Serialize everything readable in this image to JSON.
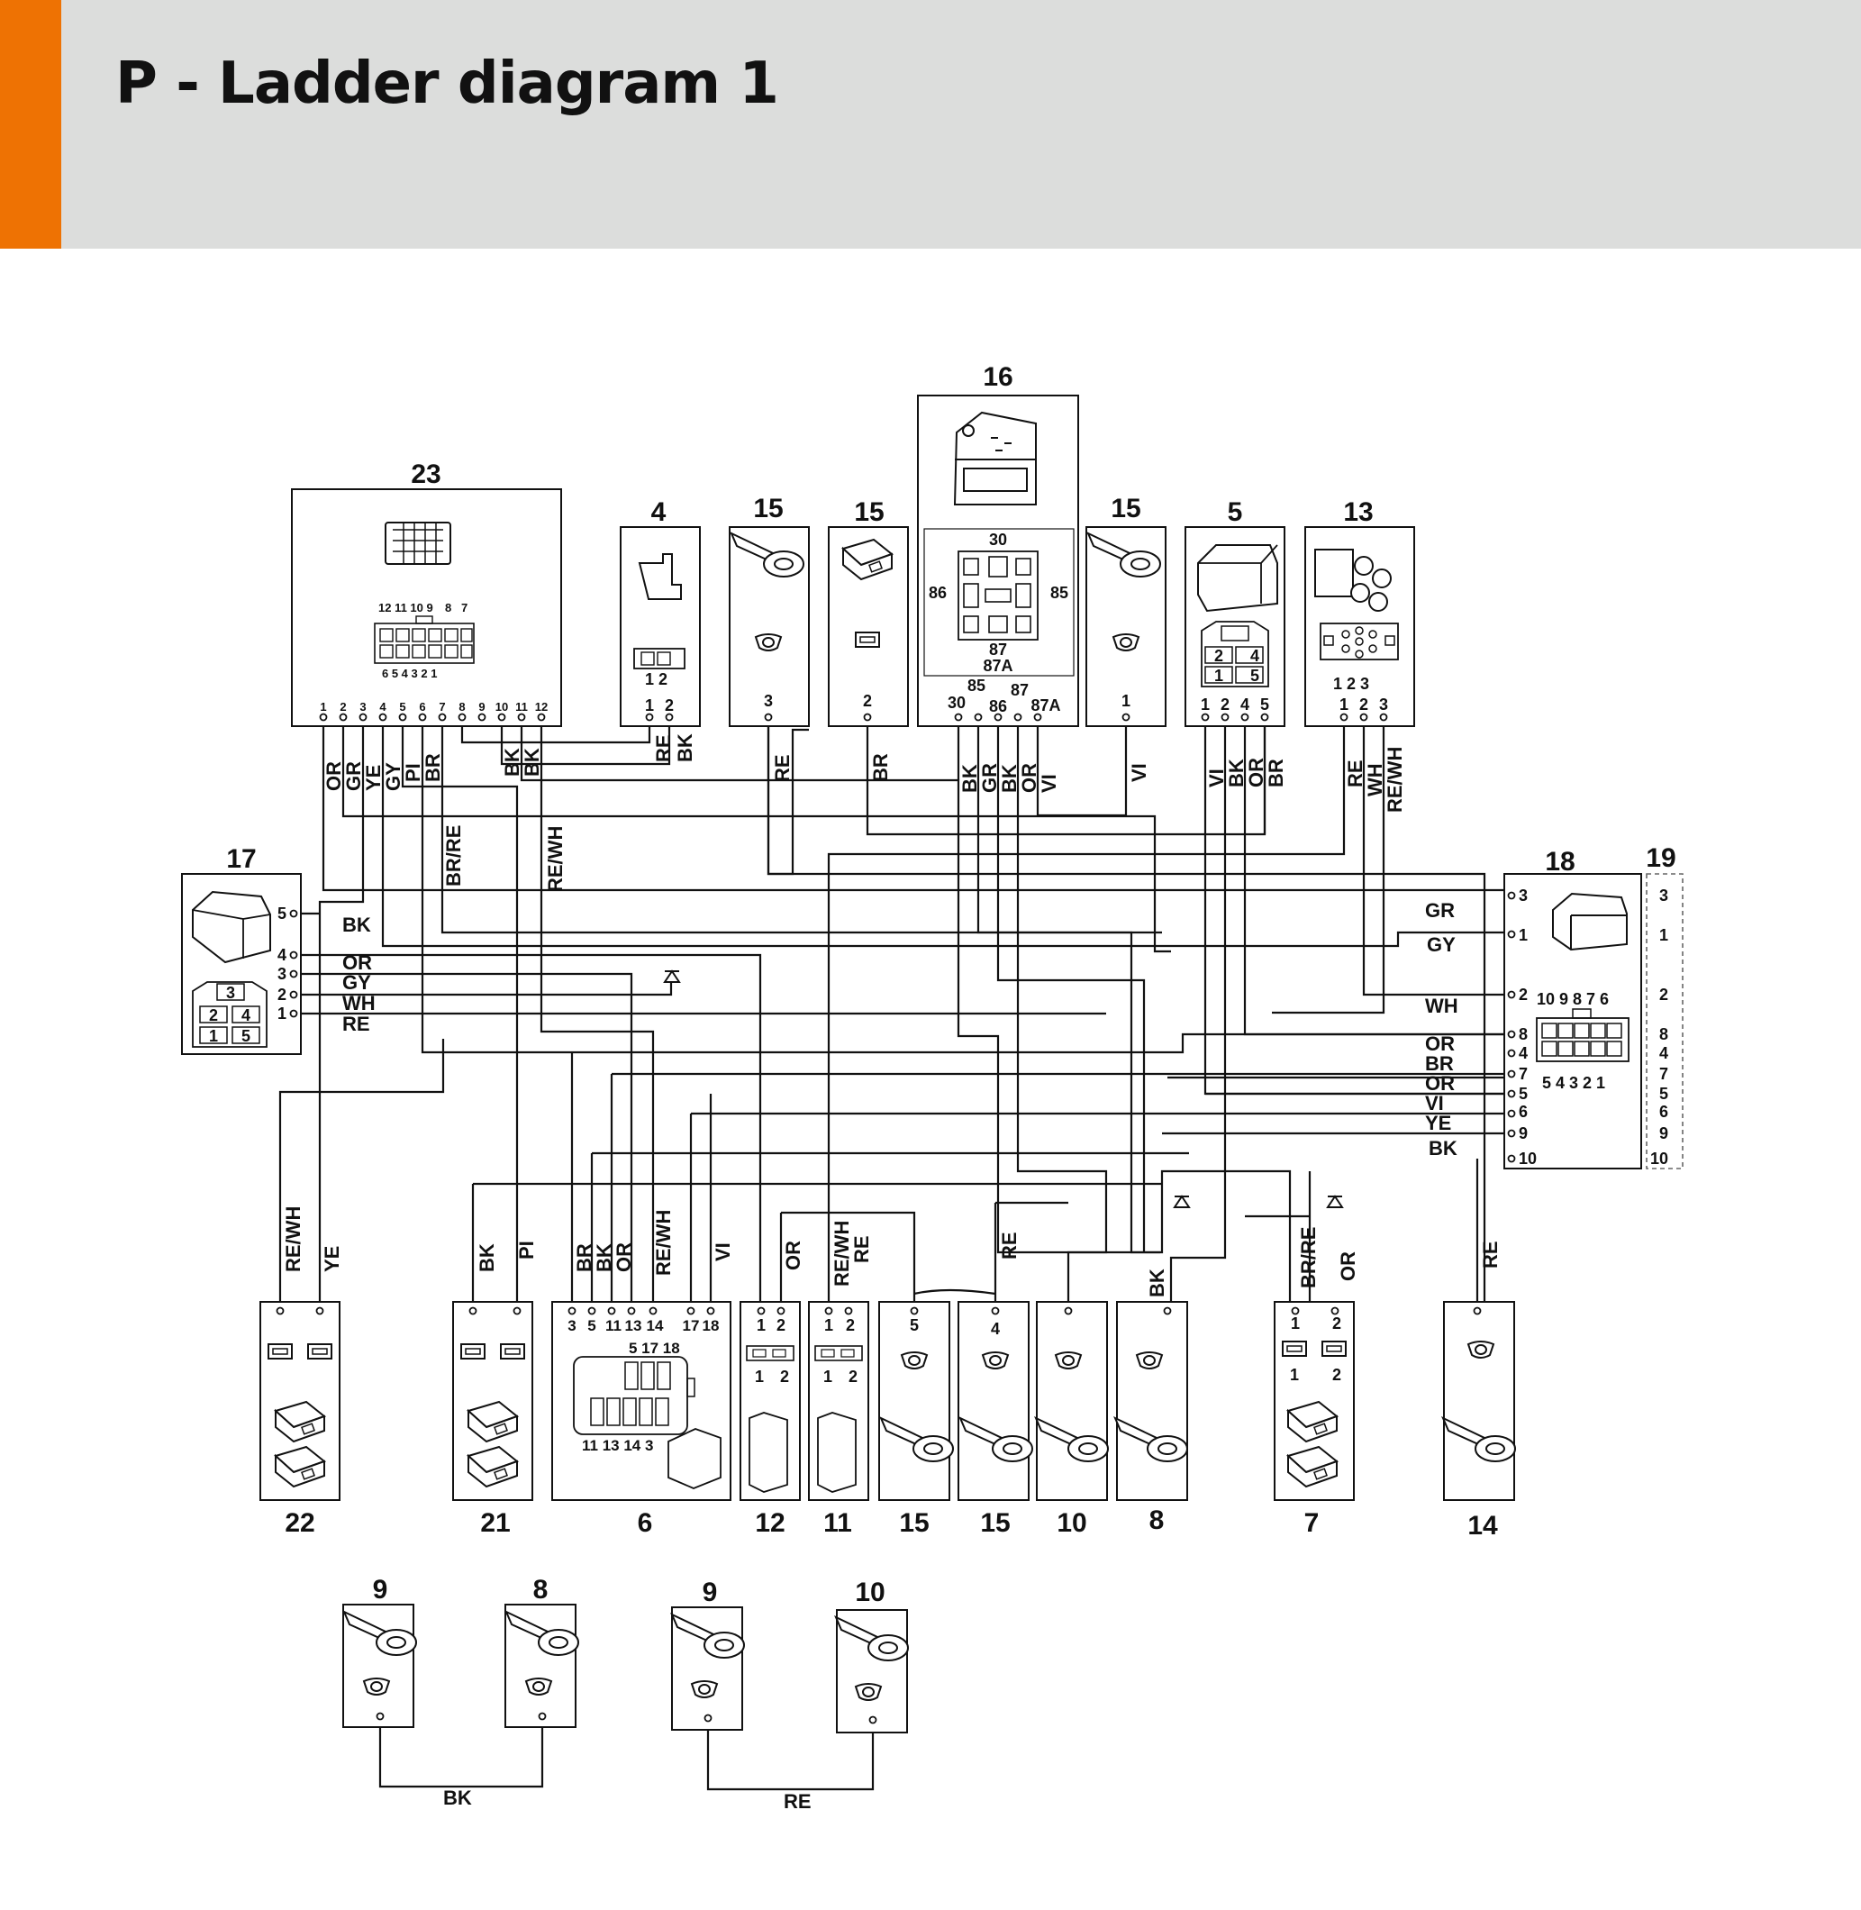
{
  "title": "P - Ladder diagram 1",
  "accent_color": "#ee7203",
  "header_color": "#dcdddc",
  "components": {
    "c23": {
      "label": "23",
      "header_pins": [
        "12 11 10 9",
        "8",
        "7"
      ],
      "footer_pins": "6 5 4 3 2 1",
      "pins": [
        "1",
        "2",
        "3",
        "4",
        "5",
        "6",
        "7",
        "8",
        "9",
        "10",
        "11",
        "12"
      ]
    },
    "c4": {
      "label": "4",
      "inner_pins": "1 2",
      "pins": [
        "1",
        "2"
      ]
    },
    "c15a": {
      "label": "15",
      "pin": "3"
    },
    "c15b": {
      "label": "15",
      "pin": "2"
    },
    "c16": {
      "label": "16",
      "inner": [
        "30",
        "86",
        "85",
        "87",
        "87A"
      ],
      "pins": [
        "30",
        "85",
        "86",
        "87",
        "87A"
      ]
    },
    "c15c": {
      "label": "15",
      "pin": "1"
    },
    "c5": {
      "label": "5",
      "inner": [
        "2",
        "4",
        "1",
        "5"
      ],
      "pins": [
        "1",
        "2",
        "4",
        "5"
      ]
    },
    "c13": {
      "label": "13",
      "inner_pins": "1 2 3",
      "pins": [
        "1",
        "2",
        "3"
      ]
    },
    "c17": {
      "label": "17",
      "inner": [
        "3",
        "2",
        "4",
        "1",
        "5"
      ],
      "pins": [
        "5",
        "4",
        "3",
        "2",
        "1"
      ]
    },
    "c18": {
      "label": "18",
      "header_pins": "10 9 8 7 6",
      "footer_pins": "5 4 3 2 1",
      "pins": [
        "3",
        "1",
        "2",
        "8",
        "4",
        "7",
        "5",
        "6",
        "9",
        "10"
      ]
    },
    "c19": {
      "label": "19",
      "pins": [
        "3",
        "1",
        "2",
        "8",
        "4",
        "7",
        "5",
        "6",
        "9",
        "10"
      ]
    },
    "c22": {
      "label": "22"
    },
    "c21": {
      "label": "21"
    },
    "c6": {
      "label": "6",
      "pins": [
        "3",
        "5",
        "11",
        "13",
        "14",
        "17",
        "18"
      ],
      "inner_top": "5 17 18",
      "inner_bottom": "11 13 14 3"
    },
    "c12": {
      "label": "12",
      "pins": [
        "1",
        "2"
      ]
    },
    "c11": {
      "label": "11",
      "pins": [
        "1",
        "2"
      ]
    },
    "c15d": {
      "label": "15",
      "pin": "5"
    },
    "c15e": {
      "label": "15",
      "pin": "4"
    },
    "c10a": {
      "label": "10"
    },
    "c8a": {
      "label": "8"
    },
    "c7": {
      "label": "7",
      "pins": [
        "1",
        "2"
      ]
    },
    "c14": {
      "label": "14"
    },
    "c9a": {
      "label": "9"
    },
    "c8b": {
      "label": "8"
    },
    "c9b": {
      "label": "9"
    },
    "c10b": {
      "label": "10"
    }
  },
  "wire_labels": {
    "c23": [
      "OR",
      "GR",
      "YE",
      "GY",
      "PI",
      "BR",
      "BK",
      "BK"
    ],
    "c23_mid": [
      "BR/RE",
      "RE/WH"
    ],
    "c4": [
      "RE",
      "BK"
    ],
    "c15a": "RE",
    "c15b": "BR",
    "c16": [
      "BK",
      "GR",
      "BK",
      "OR",
      "VI"
    ],
    "c15c": "VI",
    "c5": [
      "VI",
      "BK",
      "OR",
      "BR"
    ],
    "c13": [
      "RE",
      "WH",
      "RE/WH"
    ],
    "c17_bk": "BK",
    "c17": [
      "OR",
      "GY",
      "WH",
      "RE"
    ],
    "c18": [
      "GR",
      "GY",
      "WH",
      "OR",
      "BR",
      "OR",
      "VI",
      "YE",
      "BK"
    ],
    "c22": [
      "RE/WH",
      "YE"
    ],
    "c21": [
      "BK",
      "PI"
    ],
    "c6": [
      "BR",
      "BK",
      "OR",
      "RE/WH",
      "VI"
    ],
    "c12": "OR",
    "c11": [
      "RE/WH",
      "RE"
    ],
    "c15e": "RE",
    "c8a": "BK",
    "c7": [
      "BR/RE",
      "OR"
    ],
    "c14": "RE",
    "ground_bk": "BK",
    "ground_re": "RE"
  }
}
